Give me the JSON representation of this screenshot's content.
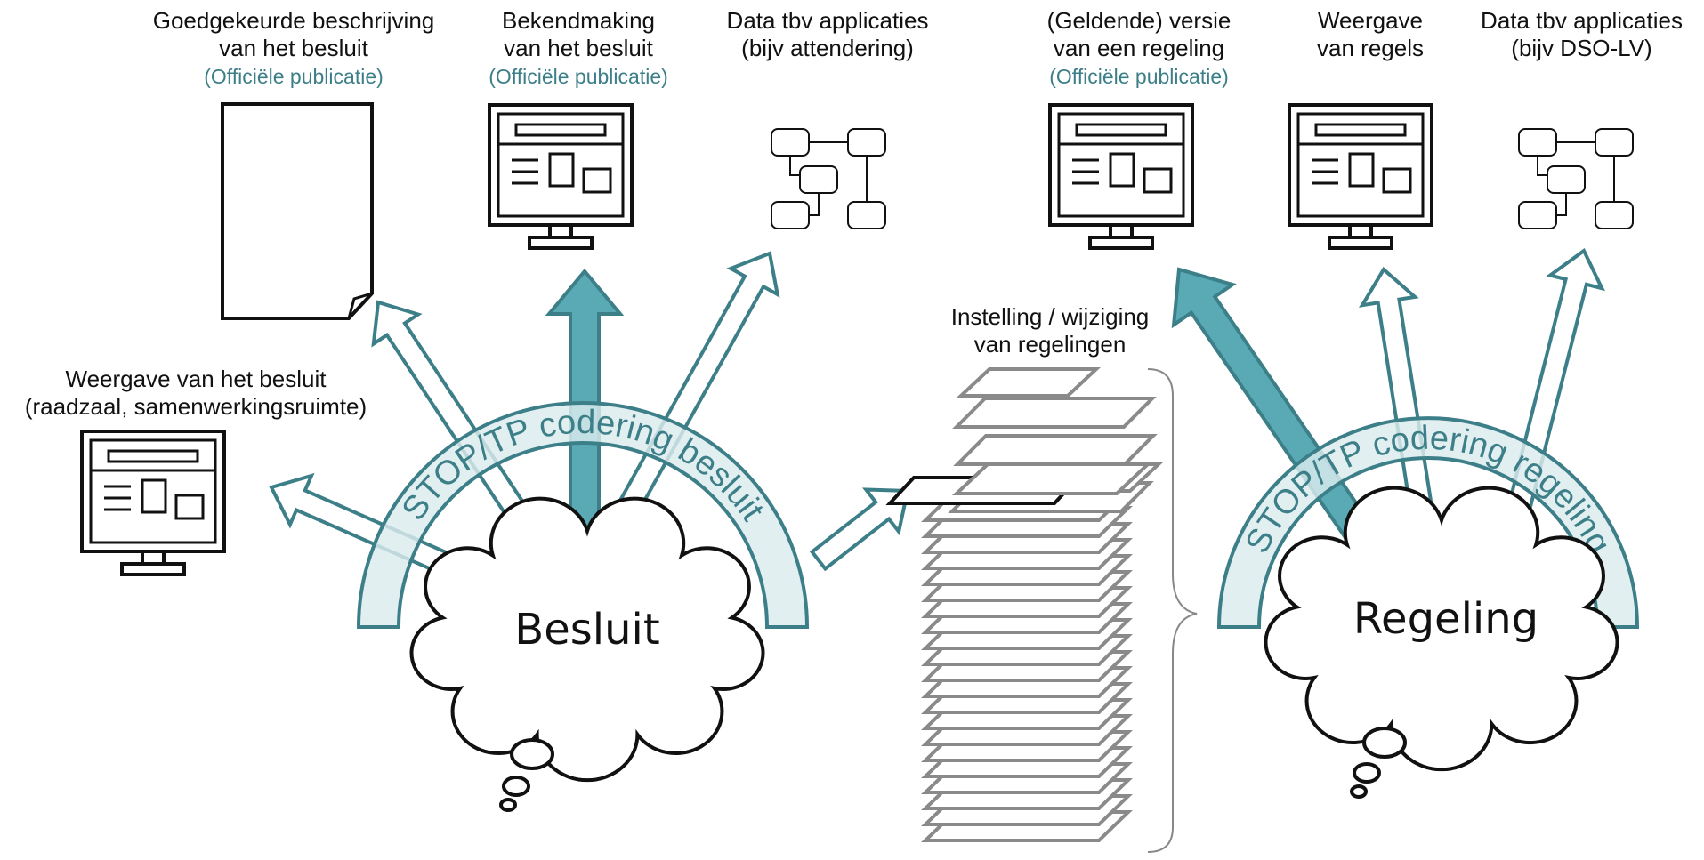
{
  "colors": {
    "teal": "#3d7f88",
    "teal_light": "#dbecee",
    "teal_arrow": "#5aaab5",
    "stroke": "#111111",
    "page_stroke": "#8a8a8a"
  },
  "left_group": {
    "arc_label": "STOP/TP codering besluit",
    "cloud_label": "Besluit",
    "outputs": [
      {
        "line1": "Goedgekeurde beschrijving",
        "line2": "van het besluit",
        "tag": "(Officiële publicatie)",
        "icon": "document-icon"
      },
      {
        "line1": "Bekendmaking",
        "line2": "van het besluit",
        "tag": "(Officiële publicatie)",
        "icon": "monitor-icon"
      },
      {
        "line1": "Data tbv applicaties",
        "line2": "(bijv attendering)",
        "tag": "",
        "icon": "data-diagram-icon"
      },
      {
        "line1": "Weergave van het besluit",
        "line2": "(raadzaal, samenwerkingsruimte)",
        "tag": "",
        "icon": "monitor-icon"
      }
    ]
  },
  "middle": {
    "line1": "Instelling / wijziging",
    "line2": "van regelingen",
    "icon": "page-stack-icon"
  },
  "right_group": {
    "arc_label": "STOP/TP codering regeling",
    "cloud_label": "Regeling",
    "outputs": [
      {
        "line1": "(Geldende) versie",
        "line2": "van een regeling",
        "tag": "(Officiële publicatie)",
        "icon": "monitor-icon"
      },
      {
        "line1": "Weergave",
        "line2": "van regels",
        "tag": "",
        "icon": "monitor-icon"
      },
      {
        "line1": "Data tbv applicaties",
        "line2": "(bijv DSO-LV)",
        "tag": "",
        "icon": "data-diagram-icon"
      }
    ]
  }
}
